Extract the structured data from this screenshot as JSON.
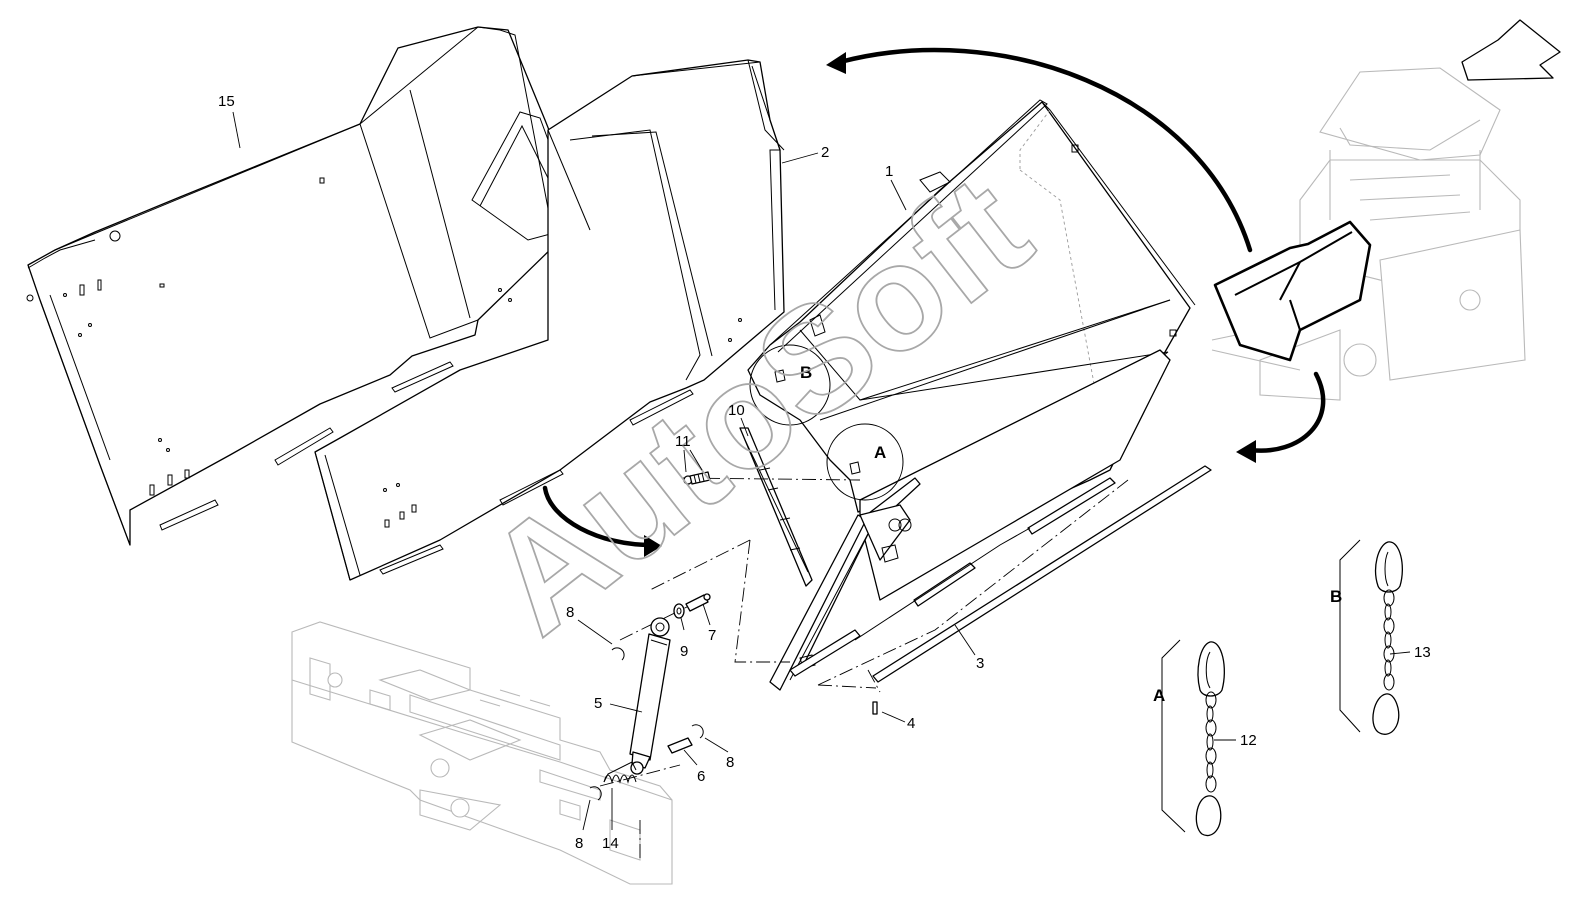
{
  "watermark": "AutoSoft",
  "callouts": [
    {
      "id": "15",
      "label": "15"
    },
    {
      "id": "2",
      "label": "2"
    },
    {
      "id": "1",
      "label": "1"
    },
    {
      "id": "10",
      "label": "10"
    },
    {
      "id": "11",
      "label": "11"
    },
    {
      "id": "8a",
      "label": "8"
    },
    {
      "id": "9",
      "label": "9"
    },
    {
      "id": "7",
      "label": "7"
    },
    {
      "id": "5",
      "label": "5"
    },
    {
      "id": "6",
      "label": "6"
    },
    {
      "id": "8b",
      "label": "8"
    },
    {
      "id": "8c",
      "label": "8"
    },
    {
      "id": "14",
      "label": "14"
    },
    {
      "id": "3",
      "label": "3"
    },
    {
      "id": "4",
      "label": "4"
    },
    {
      "id": "12",
      "label": "12"
    },
    {
      "id": "13",
      "label": "13"
    }
  ],
  "detail_labels": {
    "circle_a": "A",
    "circle_b": "B",
    "detail_a": "A",
    "detail_b": "B"
  },
  "colors": {
    "line": "#000000",
    "ghost": "#b9b9b9",
    "watermark": "#a8a8a8"
  }
}
